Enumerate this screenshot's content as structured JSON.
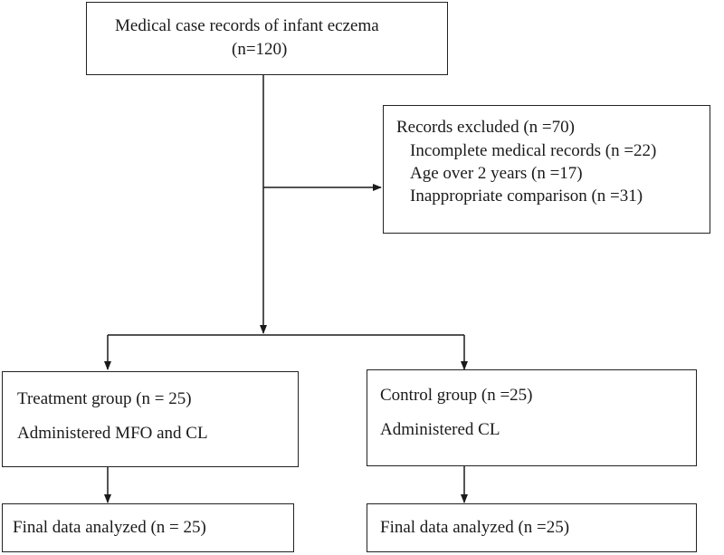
{
  "nodes": {
    "records": {
      "line1": "Medical case records of infant eczema",
      "line2": "(n=120)"
    },
    "excluded": {
      "title": "Records excluded  (n =70)",
      "items": [
        "Incomplete medical records (n =22)",
        "Age over 2 years  (n =17)",
        "Inappropriate comparison (n =31)"
      ]
    },
    "treatment": {
      "line1": "Treatment group (n = 25)",
      "line2": "Administered MFO and CL"
    },
    "control": {
      "line1": "Control group (n =25)",
      "line2": "Administered CL"
    },
    "final_treatment": {
      "line1": "Final data analyzed (n = 25)"
    },
    "final_control": {
      "line1": "Final data analyzed (n =25)"
    }
  }
}
